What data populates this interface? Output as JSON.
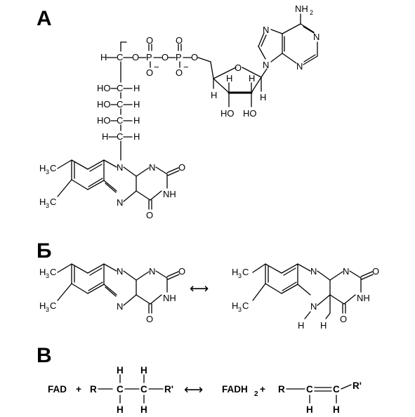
{
  "panels": {
    "a": "А",
    "b": "Б",
    "c": "В"
  },
  "labels": {
    "h": "H",
    "o": "O",
    "n": "N",
    "p": "P",
    "ho": "HO",
    "nh": "NH",
    "nh2": "NH",
    "c": "C",
    "h3c": "H",
    "three": "3",
    "two": "2",
    "minus": "−",
    "r": "R",
    "rp": "R'",
    "plus": "+",
    "arrow": "⟷"
  },
  "reaction": {
    "fad": "FAD",
    "fadh": "FADH"
  }
}
